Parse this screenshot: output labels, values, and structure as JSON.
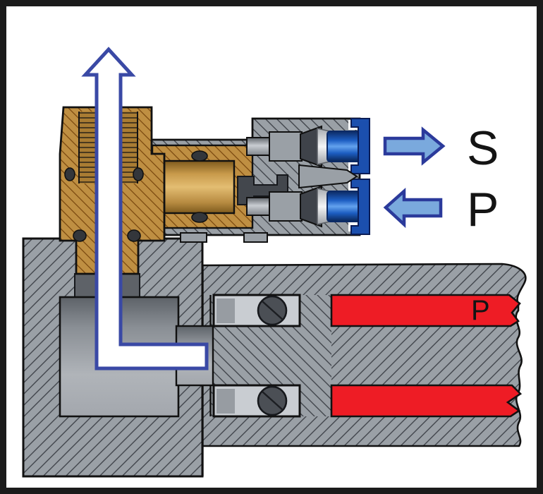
{
  "diagram": {
    "kind": "pneumatic-valve-cross-section",
    "flow_labels": {
      "secondary": "S",
      "pressure": "P",
      "pressure_channel": "P"
    },
    "arrows": [
      {
        "name": "exhaust-flow-up-arrow",
        "direction": "up",
        "style": "white-with-blue-outline"
      },
      {
        "name": "secondary-flow-arrow",
        "direction": "right",
        "label": "S"
      },
      {
        "name": "pressure-flow-arrow",
        "direction": "left",
        "label": "P"
      }
    ],
    "colors": {
      "metal-gray": "#9aa0a6",
      "hatch-line": "#41454c",
      "brass": "#bf8f42",
      "brass-hatch": "#7c4a10",
      "signal-red": "#ee1c25",
      "arrow-blue-fill": "#7aa9dd",
      "arrow-blue-stroke": "#2b3a9b",
      "flow-outline-blue": "#3a49a5",
      "fitting-blue": "#1b4fae",
      "seal-dark": "#3f434a",
      "frame-black": "#1b1b1b"
    }
  }
}
